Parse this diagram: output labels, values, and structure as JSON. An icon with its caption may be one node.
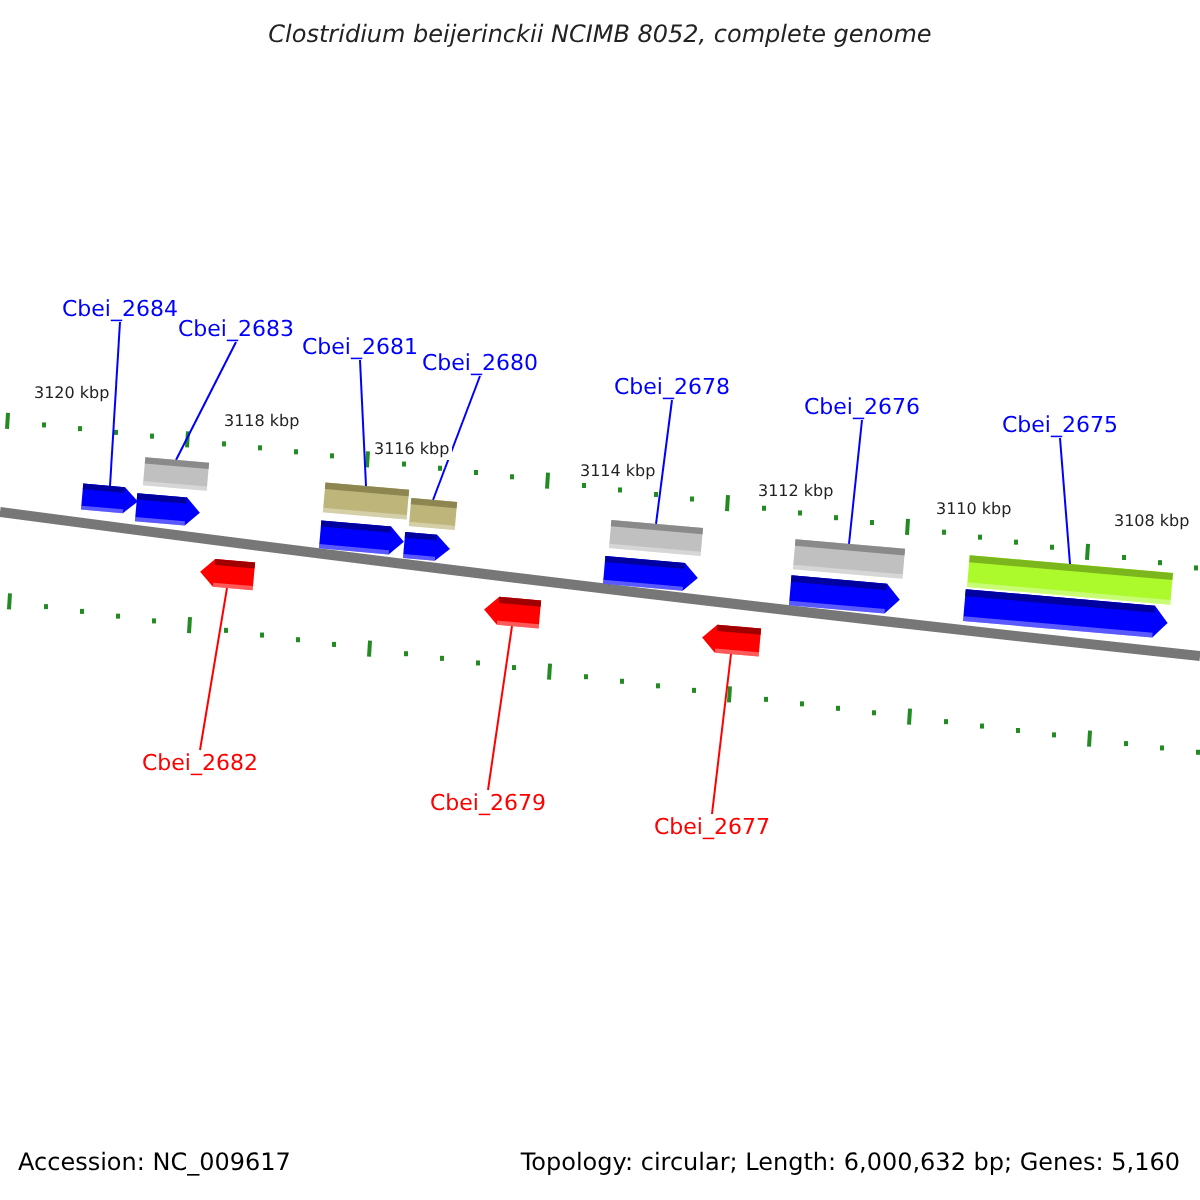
{
  "diagram": {
    "title": "Clostridium beijerinckii NCIMB 8052, complete genome",
    "nodes": [
      {
        "text": [
          "Cbei_2684"
        ]
      },
      {
        "text": [
          "Cbei_2683"
        ]
      },
      {
        "text": [
          "Cbei_2681"
        ]
      },
      {
        "text": [
          "Cbei_2680"
        ]
      },
      {
        "text": [
          "Cbei_2678"
        ]
      },
      {
        "text": [
          "Cbei_2676"
        ]
      },
      {
        "text": [
          "Cbei_2675"
        ]
      },
      {
        "text": [
          "Cbei_2682"
        ]
      },
      {
        "text": [
          "Cbei_2679"
        ]
      },
      {
        "text": [
          "Cbei_2677"
        ]
      },
      {
        "text": [],
        "shape": "bar"
      },
      {
        "text": [],
        "shape": "bar"
      },
      {
        "text": [],
        "shape": "bar"
      },
      {
        "text": [],
        "shape": "bar"
      },
      {
        "text": [],
        "shape": "bar"
      },
      {
        "text": [],
        "shape": "bar"
      },
      {
        "text": [],
        "shape": "arrow"
      },
      {
        "text": [],
        "shape": "arrow"
      },
      {
        "text": [],
        "shape": "arrow"
      },
      {
        "text": [],
        "shape": "arrow"
      },
      {
        "text": [],
        "shape": "arrow"
      },
      {
        "text": [],
        "shape": "arrow"
      },
      {
        "text": [],
        "shape": "arrow"
      },
      {
        "text": [],
        "shape": "arrow"
      },
      {
        "text": [],
        "shape": "arrow"
      },
      {
        "text": [],
        "shape": "arrow"
      }
    ],
    "edges": [
      {
        "from": 0,
        "to": 16,
        "arrow": "none"
      },
      {
        "from": 1,
        "to": 10,
        "arrow": "none"
      },
      {
        "from": 2,
        "to": 11,
        "arrow": "none"
      },
      {
        "from": 3,
        "to": 12,
        "arrow": "none"
      },
      {
        "from": 4,
        "to": 13,
        "arrow": "none"
      },
      {
        "from": 5,
        "to": 14,
        "arrow": "none"
      },
      {
        "from": 6,
        "to": 15,
        "arrow": "none"
      },
      {
        "from": 7,
        "to": 23,
        "arrow": "none",
        "color": "#ff0000"
      },
      {
        "from": 8,
        "to": 24,
        "arrow": "none",
        "color": "#ff0000"
      },
      {
        "from": 9,
        "to": 25,
        "arrow": "none",
        "color": "#ff0000"
      }
    ],
    "labels": [
      "3120 kbp",
      "3118 kbp",
      "3116 kbp",
      "3114 kbp",
      "3112 kbp",
      "3110 kbp",
      "3108 kbp",
      "Accession: NC_009617",
      "Topology: circular; Length: 6,000,632 bp; Genes: 5,160"
    ]
  }
}
